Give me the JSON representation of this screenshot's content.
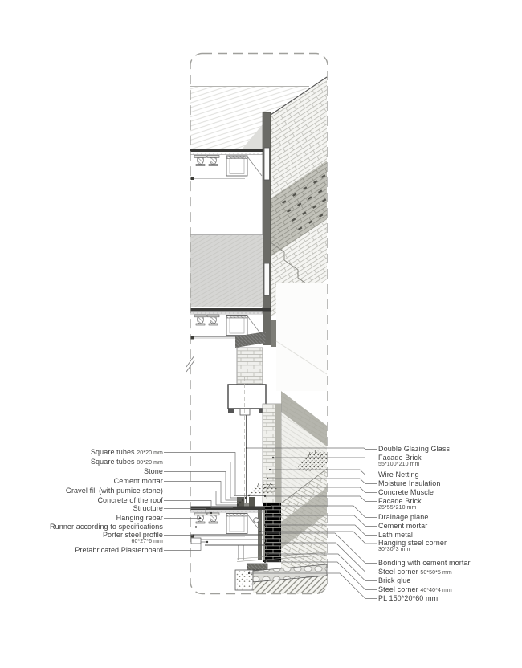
{
  "figure": {
    "kind": "architectural facade section detail, axonometric",
    "accent_dark": "#3a3a38",
    "line_gray": "#8a8a86",
    "brick_light": "#f4f4f1",
    "brick_shadow": "#c2c2ba"
  },
  "left_labels": [
    {
      "label": "Square tubes",
      "dims": "20*20 mm"
    },
    {
      "label": "Square tubes",
      "dims": "80*20 mm"
    },
    {
      "label": "Stone",
      "dims": ""
    },
    {
      "label": "Cement mortar",
      "dims": ""
    },
    {
      "label": "Gravel fill (with pumice stone)",
      "dims": ""
    },
    {
      "label": "Concrete of the roof",
      "dims": ""
    },
    {
      "label": "Structure",
      "dims": ""
    },
    {
      "label": "Hanging rebar",
      "dims": ""
    },
    {
      "label": "Runner according to specifications",
      "dims": ""
    },
    {
      "label": "Porter steel profile",
      "dims": "60*27*6 mm"
    },
    {
      "label": "Prefabricated Plasterboard",
      "dims": ""
    }
  ],
  "right_labels": [
    {
      "label": "Double Glazing Glass",
      "dims": ""
    },
    {
      "label": "Facade Brick",
      "dims": "55*100*210 mm"
    },
    {
      "label": "Wire Netting",
      "dims": ""
    },
    {
      "label": "Moisture Insulation",
      "dims": ""
    },
    {
      "label": "Concrete Muscle",
      "dims": ""
    },
    {
      "label": "Facade Brick",
      "dims": "25*55*210 mm"
    },
    {
      "label": "Drainage plane",
      "dims": ""
    },
    {
      "label": "Cement  mortar",
      "dims": ""
    },
    {
      "label": "Lath metal",
      "dims": ""
    },
    {
      "label": "Hanging steel corner",
      "dims": "30*30*3 mm"
    },
    {
      "label": "Bonding with cement mortar",
      "dims": ""
    },
    {
      "label": "Steel corner",
      "dims": "50*50*5 mm"
    },
    {
      "label": "Brick glue",
      "dims": ""
    },
    {
      "label": "Steel corner",
      "dims": "40*40*4 mm"
    },
    {
      "label": "PL 150*20*60 mm",
      "dims": ""
    }
  ]
}
